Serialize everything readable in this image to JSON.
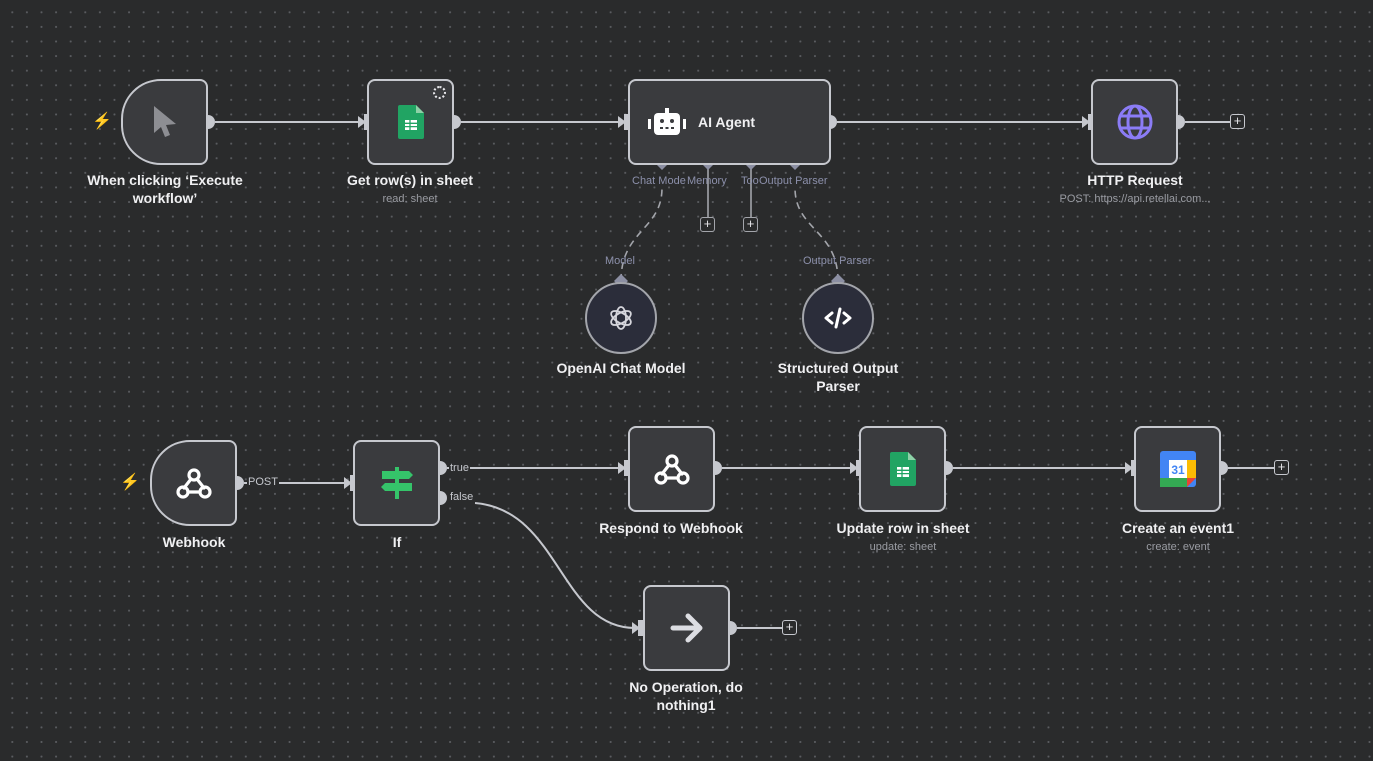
{
  "canvas": {
    "background": "#2a2b2c",
    "node_border": "#c6c8ce",
    "trigger_color": "#ef5b48"
  },
  "nodes": {
    "manual_trigger": {
      "title": "When clicking ‘Execute workflow’",
      "icon": "pointer-cursor-icon"
    },
    "get_rows": {
      "title": "Get row(s) in sheet",
      "subtitle": "read: sheet",
      "icon": "google-sheets-icon"
    },
    "ai_agent": {
      "title": "AI Agent",
      "icon": "robot-icon",
      "ports": [
        "Chat Model",
        "Memory",
        "Tool",
        "Output Parser"
      ],
      "port_labels_display": [
        "Chat Mode",
        "Memory",
        "Too",
        "Output Parser"
      ]
    },
    "http_request": {
      "title": "HTTP Request",
      "subtitle": "POST: https://api.retellai.com...",
      "icon": "globe-icon",
      "icon_color": "#8b7cf6"
    },
    "openai_model": {
      "title": "OpenAI Chat Model",
      "port_label": "Model",
      "icon": "openai-icon"
    },
    "output_parser": {
      "title": "Structured Output Parser",
      "port_label": "Output Parser",
      "icon": "code-icon"
    },
    "webhook": {
      "title": "Webhook",
      "output_label": "POST",
      "icon": "webhook-icon"
    },
    "if": {
      "title": "If",
      "outputs": [
        "true",
        "false"
      ],
      "icon": "signpost-icon",
      "icon_color": "#35c46a"
    },
    "respond_webhook": {
      "title": "Respond to Webhook",
      "icon": "webhook-icon"
    },
    "update_row": {
      "title": "Update row in sheet",
      "subtitle": "update: sheet",
      "icon": "google-sheets-icon"
    },
    "create_event": {
      "title": "Create an event1",
      "subtitle": "create: event",
      "icon": "google-calendar-icon",
      "calendar_day": "31"
    },
    "noop": {
      "title": "No Operation, do nothing1",
      "icon": "arrow-right-icon"
    }
  },
  "add_button_label": "+"
}
